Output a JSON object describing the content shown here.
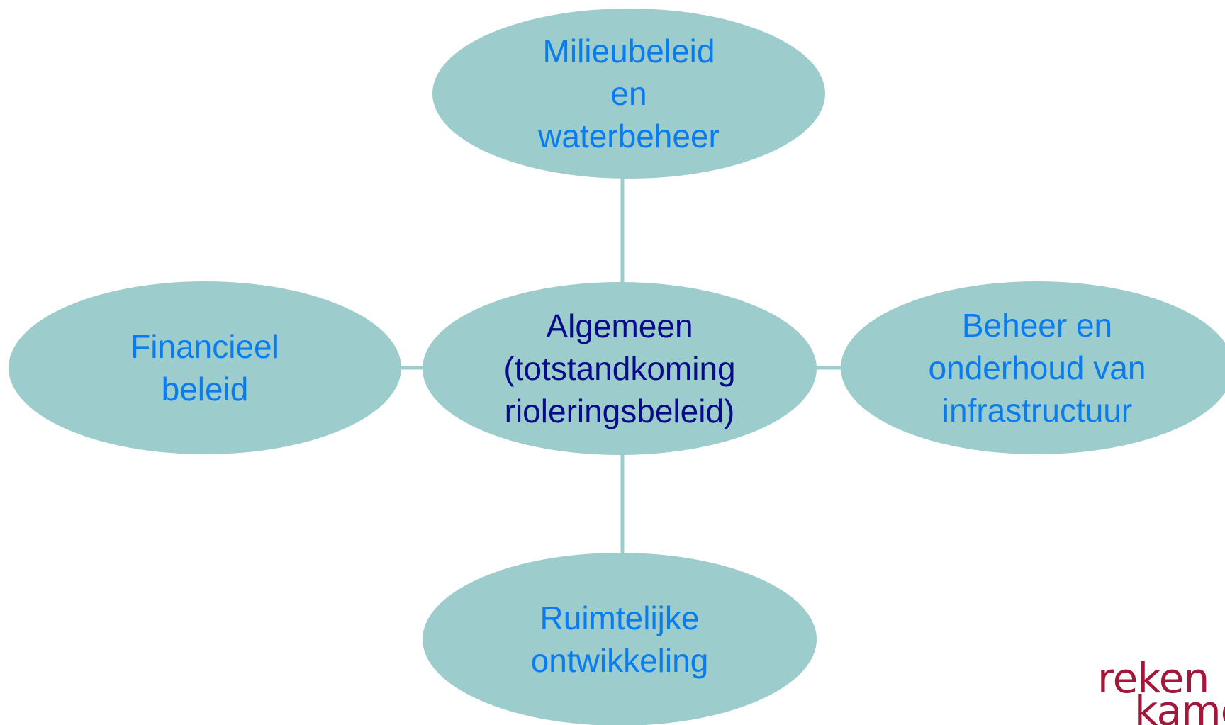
{
  "colors": {
    "node_fill": "#9ccccc",
    "connector": "#9ccccc",
    "outer_text": "#0a7cf2",
    "center_text": "#0a0a8c",
    "logo_text": "#a3173b"
  },
  "nodes": {
    "top": [
      "Milieubeleid",
      "en",
      "waterbeheer"
    ],
    "center": [
      "Algemeen",
      "(totstandkoming",
      "rioleringsbeleid)"
    ],
    "left": [
      "Financieel",
      "beleid"
    ],
    "right": [
      "Beheer en",
      "onderhoud van",
      "infrastructuur"
    ],
    "bottom": [
      "Ruimtelijke",
      "ontwikkeling"
    ]
  },
  "logo": {
    "line1": "reken",
    "line2": "kame"
  }
}
